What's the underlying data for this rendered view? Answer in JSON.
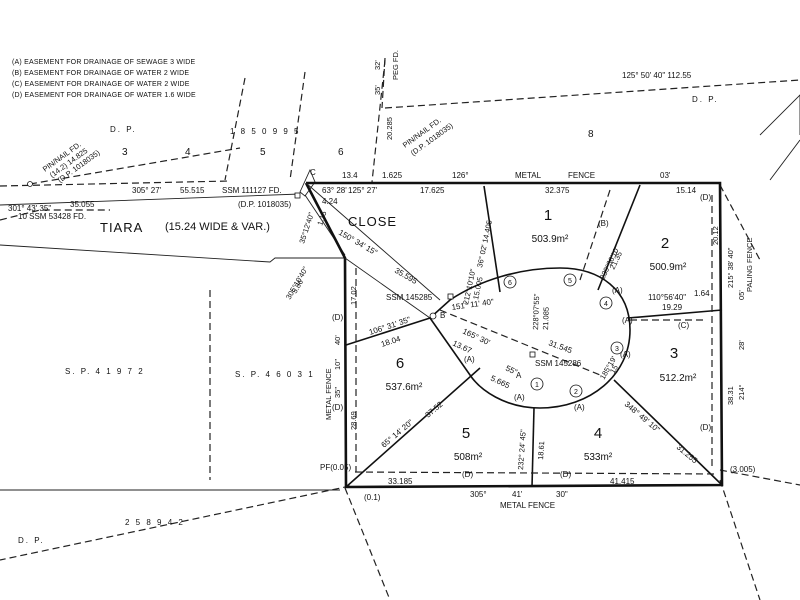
{
  "legend": [
    "(A) EASEMENT FOR DRAINAGE OF SEWAGE 3 WIDE",
    "(B) EASEMENT FOR DRAINAGE OF WATER 2 WIDE",
    "(C) EASEMENT FOR DRAINAGE OF WATER 2 WIDE",
    "(D) EASEMENT FOR DRAINAGE OF WATER 1.6 WIDE"
  ],
  "street": {
    "name": "TIARA",
    "width": "(15.24 WIDE & VAR.)",
    "suffix": "CLOSE"
  },
  "lots": [
    {
      "num": "1",
      "area": "503.9m²"
    },
    {
      "num": "2",
      "area": "500.9m²"
    },
    {
      "num": "3",
      "area": "512.2m²"
    },
    {
      "num": "4",
      "area": "533m²"
    },
    {
      "num": "5",
      "area": "508m²"
    },
    {
      "num": "6",
      "area": "537.6m²"
    }
  ],
  "deposited_plans": {
    "dp_1850995": "1 8 5 0 9 9 5",
    "dp_label": "D. P.",
    "sp_41972": "S. P.   4 1 9 7 2",
    "sp_46031": "S. P.   4 6 0 3 1",
    "dp_258942": "2 5 8 9 4 2",
    "dp_br": "D. P."
  },
  "neighbour_lots": [
    "3",
    "4",
    "5",
    "6",
    "8"
  ],
  "survey_marks": {
    "ssm_111127": "SSM 111127 FD.",
    "dp_1018035": "(D.P. 1018035)",
    "ssm_53428": "10 SSM 53428 FD.",
    "ssm_145285": "SSM 145285",
    "ssm_145286": "SSM 145286",
    "mark_c": "C",
    "mark_b": "B",
    "mark_a": "A",
    "pins": [
      "1",
      "2",
      "3",
      "4",
      "5",
      "6"
    ]
  },
  "fences": {
    "metal_top": "METAL",
    "metal_top2": "FENCE",
    "metal_bottom": "METAL FENCE",
    "metal_left": "METAL FENCE",
    "paling_right": "PALING FENCE"
  },
  "dims": {
    "top_left_305": "305° 27'",
    "top_left_55": "55.515",
    "top_far_left": "301° 43' 35\"",
    "top_far_left2": "35.055",
    "b13_4": "13.4",
    "b125": "125° 27'",
    "b17": "17.625",
    "b126": "126°",
    "b32": "32.375",
    "b03": "03'",
    "b15": "15.14",
    "b1625": "1.625",
    "b63": "63° 28'",
    "b424": "4.24",
    "r215": "215° 38' 40\"",
    "r2012": "20.12",
    "r05": "05'",
    "r28": "28'",
    "r214": "214°",
    "r3831": "38.31",
    "bot305": "305°",
    "bot41": "41'",
    "bot30": "30\"",
    "bot33": "33.185",
    "bot41415": "41.415",
    "l1702": "17.02",
    "l40": "40'",
    "l10": "10\"",
    "l35": "35\"",
    "l2869": "28.69",
    "l305": "305°10'40\"",
    "l586": "5.86",
    "l3512": "35°12'40\"",
    "l115": "1.15",
    "d1507": "150° 34' 15\"",
    "d35": "35.595",
    "d106": "106° 31' 35\"",
    "d1804": "18.04",
    "d151": "151° 11' 40\"",
    "d3154": "31.545",
    "d165": "165° 30'",
    "d1367": "13.67",
    "d55": "55\"",
    "d5665": "5.665",
    "d212": "212°10'10\"",
    "d15005": "15.005",
    "d36": "36° 02' 14.405",
    "d228": "228°07'55\"",
    "d21085": "21.085",
    "d239": "239°36'10\"",
    "d2135": "21.35",
    "d110": "110°56'40\"",
    "d1929": "19.29",
    "d164": "1.64",
    "d348": "348° 49' 10\"",
    "d31255": "31.255",
    "d232": "232° 24' 45\"",
    "d1861": "18.61",
    "d65": "65° 14' 20\"",
    "d3752": "37.52",
    "d185": "185°19'",
    "d15": "15",
    "pf": "PF(0.05)",
    "pf2": "(0.1)",
    "corner_br": "(3.005)",
    "r2025": "20.285",
    "pegfd": "PEG FD.",
    "r35": "35'",
    "r32": "32'",
    "top_right": "125° 50' 40\"   112.55",
    "grd_fd": "PIN/NAIL FD.",
    "grd_fd2": "(14.2) 14.825",
    "grd_fd3": "(D.P. 1018035)",
    "nail_fd": "PIN/NAIL FD.",
    "nail_fd2": "(D.P. 1018035)"
  },
  "easement_tags": {
    "A": "(A)",
    "B": "(B)",
    "C": "(C)",
    "D": "(D)"
  }
}
